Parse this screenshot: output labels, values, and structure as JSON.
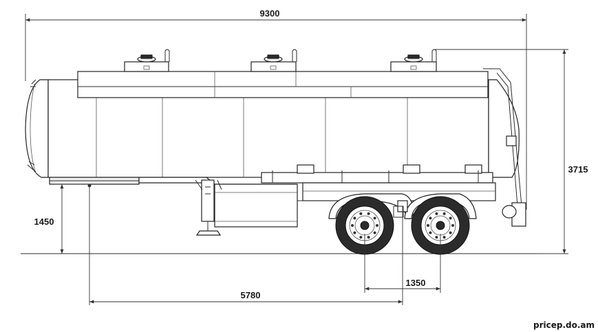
{
  "dimensions": {
    "overall_length": "9300",
    "overall_height": "3715",
    "coupling_height": "1450",
    "kingpin_to_axle": "5780",
    "axle_spacing": "1350"
  },
  "watermark": "pricep.do.am"
}
